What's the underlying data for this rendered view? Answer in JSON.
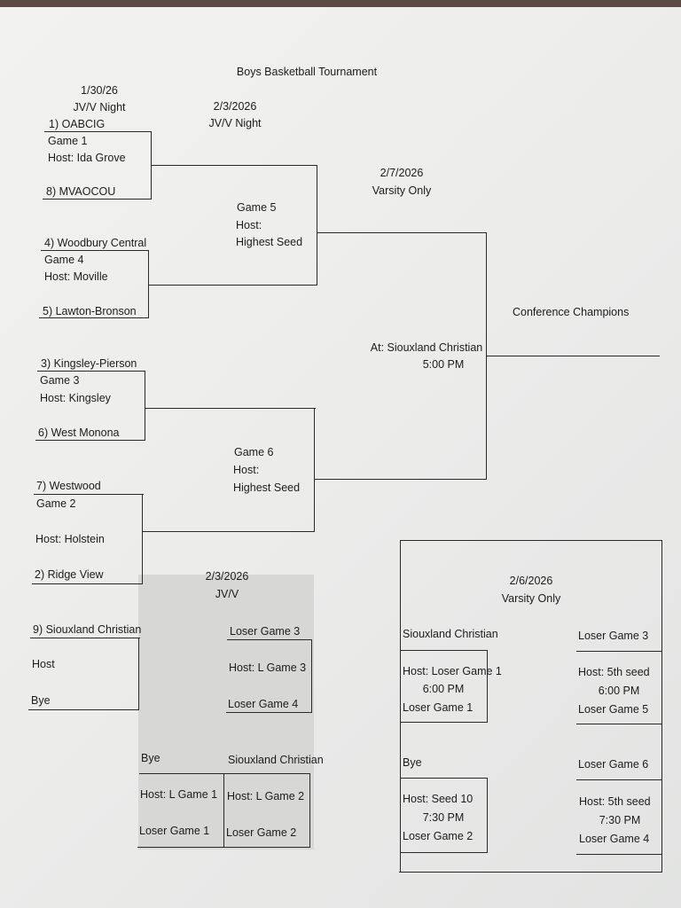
{
  "title": "Boys Basketball Tournament",
  "round1": {
    "date": "1/30/26",
    "label": "JV/V Night",
    "game1": {
      "seed_top": "1) OABCIG",
      "game": "Game 1",
      "host": "Host: Ida Grove",
      "seed_bottom": "8) MVAOCOU"
    },
    "game4": {
      "seed_top": "4) Woodbury Central",
      "game": "Game 4",
      "host": "Host: Moville",
      "seed_bottom": "5) Lawton-Bronson"
    },
    "game3": {
      "seed_top": "3) Kingsley-Pierson",
      "game": "Game 3",
      "host": "Host: Kingsley",
      "seed_bottom": "6) West Monona"
    },
    "game2": {
      "seed_top": "7) Westwood",
      "game": "Game 2",
      "host": "Host: Holstein",
      "seed_bottom": "2) Ridge View"
    },
    "game9": {
      "seed_top": "9) Siouxland Christian",
      "host": "Host",
      "seed_bottom": "Bye"
    }
  },
  "round2": {
    "date": "2/3/2026",
    "label": "JV/V Night",
    "game5": {
      "game": "Game 5",
      "host": "Host:",
      "host2": "Highest Seed"
    },
    "game6": {
      "game": "Game 6",
      "host": "Host:",
      "host2": "Highest Seed"
    }
  },
  "final": {
    "date": "2/7/2026",
    "label": "Varsity Only",
    "location": "At: Siouxland Christian",
    "time": "5:00 PM",
    "champion_label": "Conference Champions"
  },
  "consolation_jv": {
    "date": "2/3/2026",
    "label": "JV/V",
    "a": {
      "top": "Loser Game 3",
      "host": "Host: L Game 3",
      "bottom": "Loser Game 4"
    },
    "b": {
      "top": "Bye",
      "host": "Host: L Game 1",
      "bottom": "Loser Game 1"
    },
    "c": {
      "top": "Siouxland Christian",
      "host": "Host: L Game 2",
      "bottom": "Loser Game 2"
    }
  },
  "consolation_varsity": {
    "date": "2/6/2026",
    "label": "Varsity Only",
    "a": {
      "top": "Siouxland Christian",
      "host": "Host: Loser Game 1",
      "time": "6:00 PM",
      "bottom": "Loser Game 1"
    },
    "b": {
      "top": "Loser Game 3",
      "host": "Host: 5th seed",
      "time": "6:00 PM",
      "bottom": "Loser Game 5"
    },
    "c": {
      "top": "Bye",
      "host": "Host: Seed 10",
      "time": "7:30 PM",
      "bottom": "Loser Game 2"
    },
    "d": {
      "top": "Loser Game 6",
      "host": "Host: 5th seed",
      "time": "7:30 PM",
      "bottom": "Loser Game 4"
    }
  }
}
